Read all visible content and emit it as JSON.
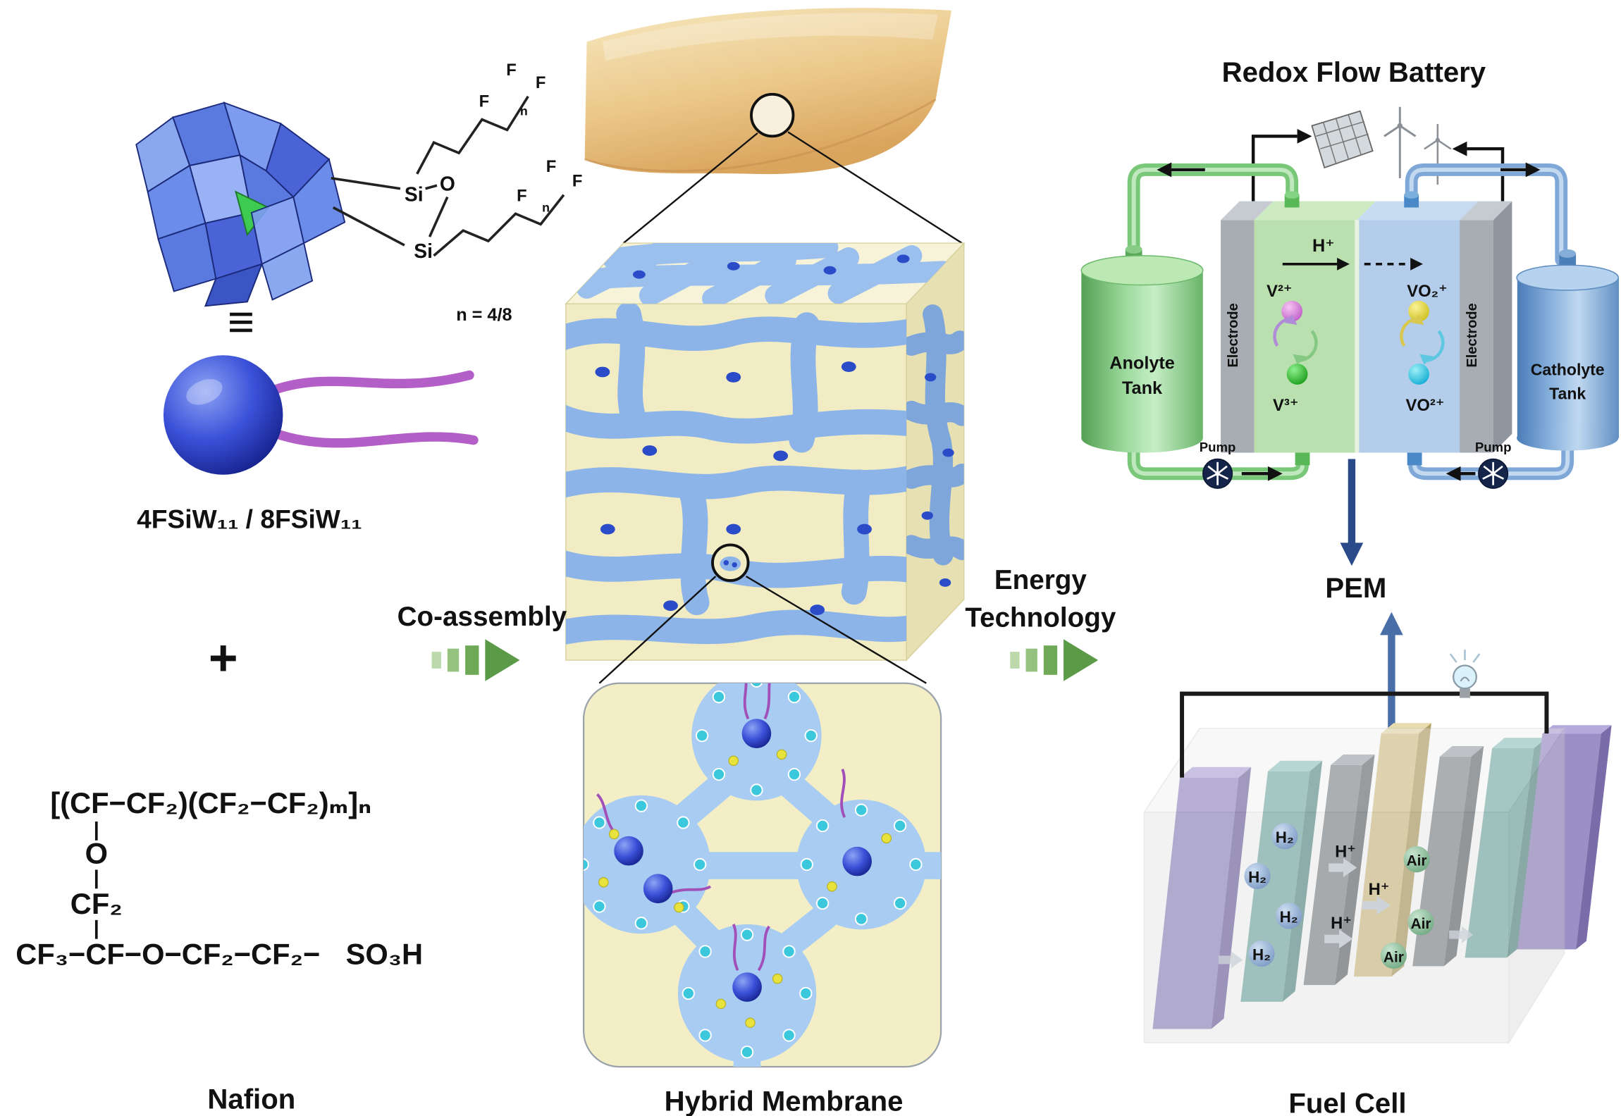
{
  "colors": {
    "so3h_cyan": "#29c5e6",
    "arrow_green": "#5b9a46",
    "pem_arrow_blue": "#2a4a8a",
    "membrane_blue": "#8cb4e8",
    "membrane_yellow": "#f1ecc4"
  },
  "left": {
    "si1": "Si",
    "o_bridge": "O",
    "si2": "Si",
    "f": "F",
    "chain_n": "n",
    "n_equation": "n = 4/8",
    "equivalence": "≡",
    "pom_name": "4FSiW₁₁ / 8FSiW₁₁",
    "plus": "+",
    "nafion_backbone": "[(CF−CF₂)(CF₂−CF₂)ₘ]ₙ",
    "nafion_o": "O",
    "nafion_cf2": "CF₂",
    "nafion_side": "CF₃−CF−O−CF₂−CF₂−",
    "nafion_so3h": "SO₃H",
    "nafion_label": "Nafion"
  },
  "middle": {
    "coassembly": "Co-assembly",
    "hybrid_membrane": "Hybrid Membrane"
  },
  "right": {
    "energy1": "Energy",
    "energy2": "Technology",
    "rfb_title": "Redox Flow Battery",
    "electrode": "Electrode",
    "h_plus": "H⁺",
    "v2plus": "V²⁺",
    "v3plus": "V³⁺",
    "vo2plus": "VO₂⁺",
    "vo2plus2": "VO²⁺",
    "anolyte1": "Anolyte",
    "anolyte2": "Tank",
    "catholyte1": "Catholyte",
    "catholyte2": "Tank",
    "pump": "Pump",
    "pem": "PEM",
    "fc_title": "Fuel Cell",
    "h2": "H₂",
    "air": "Air",
    "fc_hplus": "H⁺"
  }
}
